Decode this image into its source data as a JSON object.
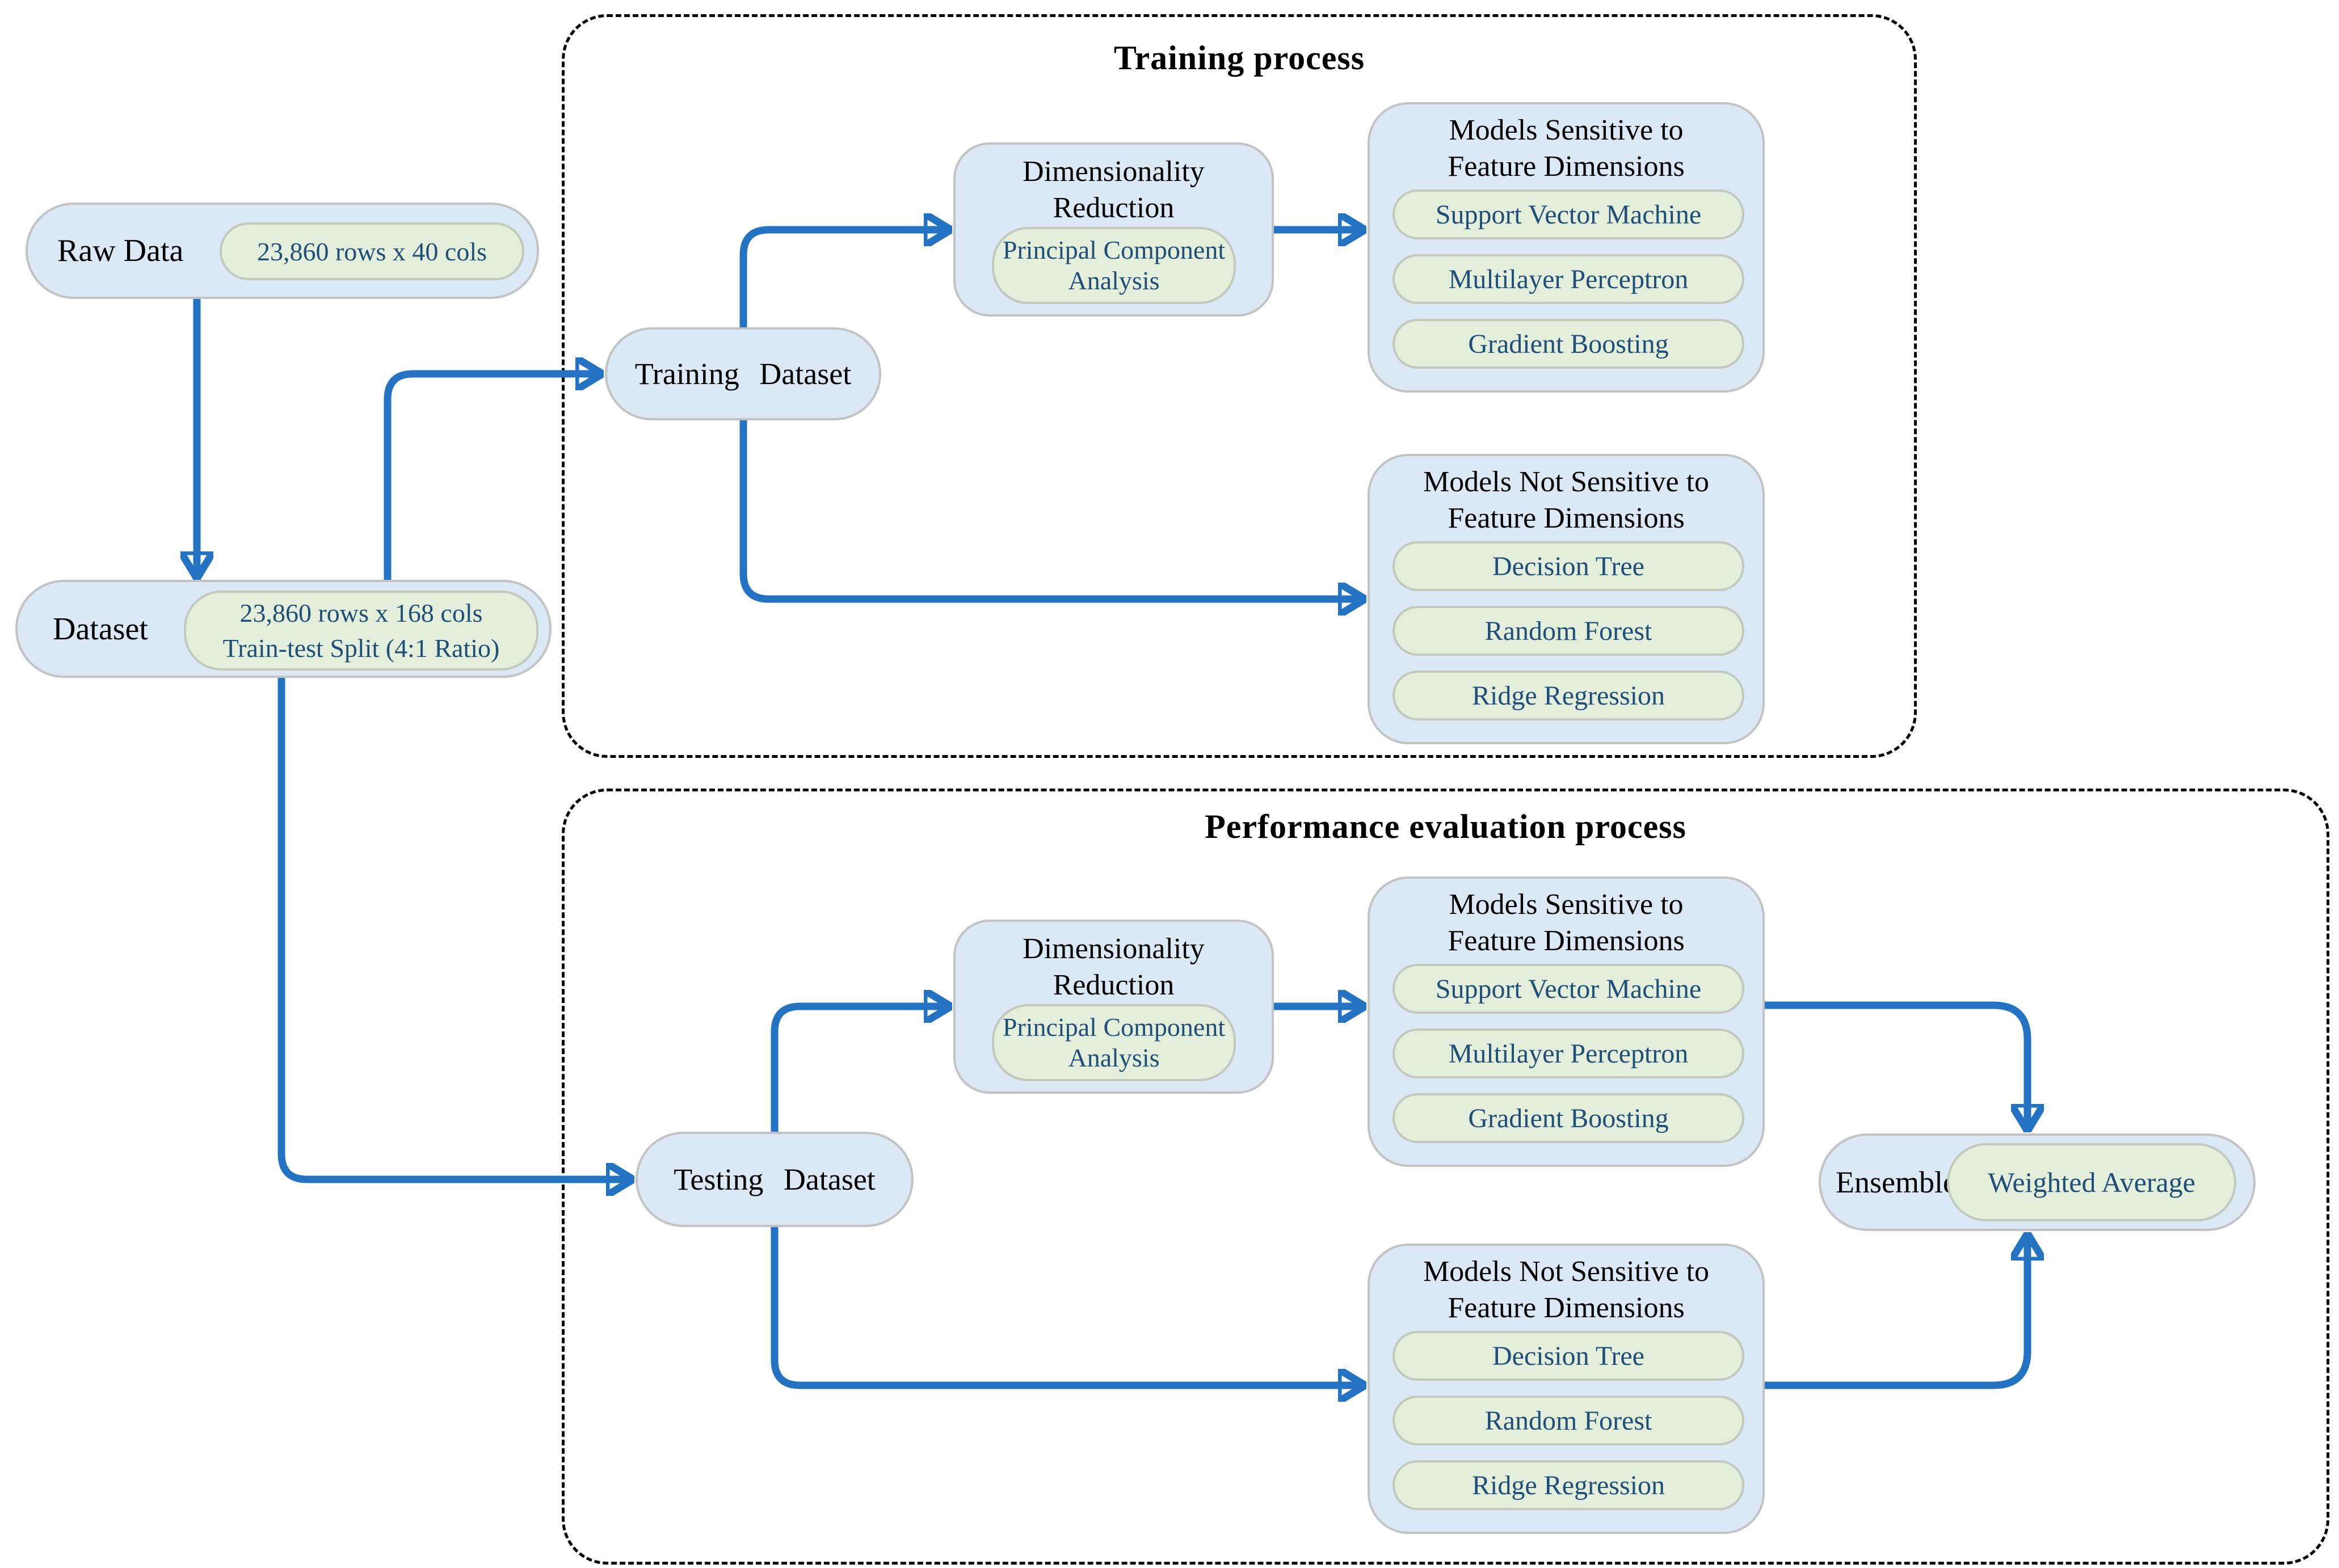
{
  "sections": {
    "training": {
      "title": "Training process"
    },
    "evaluation": {
      "title": "Performance evaluation process"
    }
  },
  "nodes": {
    "raw_data": {
      "label": "Raw Data",
      "badge": "23,860 rows x 40 cols"
    },
    "dataset": {
      "label": "Dataset",
      "badge_line1": "23,860 rows x 168 cols",
      "badge_line2": "Train-test Split (4:1 Ratio)"
    },
    "training_dataset": {
      "label": "Training Dataset"
    },
    "testing_dataset": {
      "label": "Testing Dataset"
    },
    "ensemble": {
      "label": "Ensemble",
      "badge": "Weighted Average"
    }
  },
  "blocks": {
    "dimensionality_reduction": {
      "title_line1": "Dimensionality",
      "title_line2": "Reduction",
      "method_line1": "Principal Component",
      "method_line2": "Analysis"
    },
    "models_sensitive": {
      "title_line1": "Models Sensitive to",
      "title_line2": "Feature Dimensions",
      "models": [
        "Support Vector Machine",
        "Multilayer Perceptron",
        "Gradient Boosting"
      ]
    },
    "models_not_sensitive": {
      "title_line1": "Models Not Sensitive to",
      "title_line2": "Feature Dimensions",
      "models": [
        "Decision Tree",
        "Random Forest",
        "Ridge Regression"
      ]
    }
  },
  "colors": {
    "arrow": "#2473c3",
    "node_fill": "#dbe9f6",
    "node_border": "#c3c3c3",
    "badge_fill": "#e3efda",
    "badge_border": "#c2c9bc",
    "navy_text": "#1f4e79",
    "black_text": "#000000"
  }
}
